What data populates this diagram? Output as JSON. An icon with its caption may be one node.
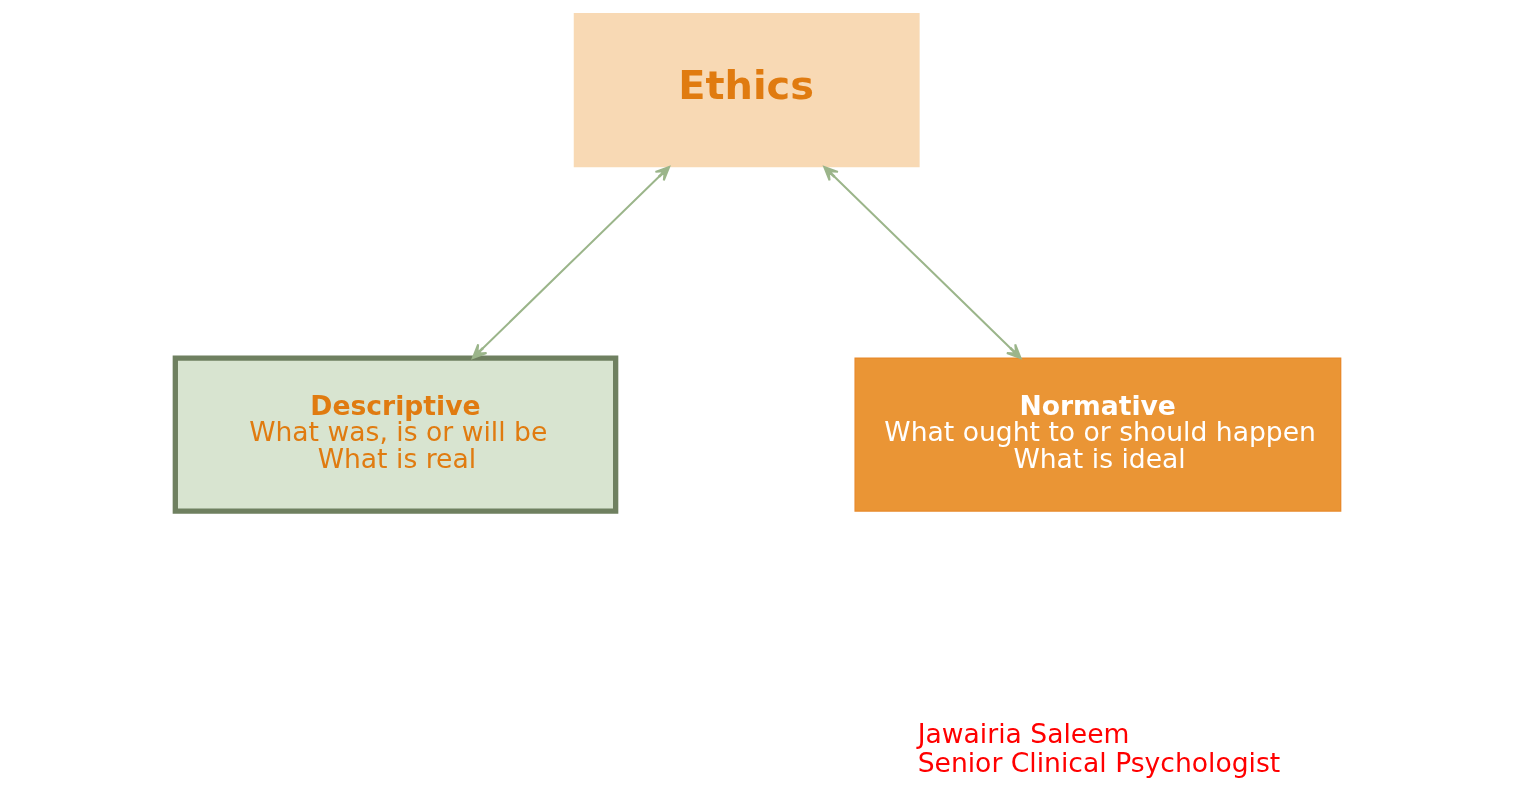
{
  "diagram": {
    "nodes": [
      {
        "text": [
          "Ethics"
        ]
      },
      {
        "text": [
          "Descriptive",
          "What was, is or will be",
          "What is real"
        ]
      },
      {
        "text": [
          "Normative",
          "What ought to or should happen",
          "What is ideal"
        ]
      }
    ],
    "edges": [
      {
        "from": 0,
        "to": 1,
        "arrow": "both"
      },
      {
        "from": 0,
        "to": 2,
        "arrow": "both"
      }
    ],
    "labels": [
      "Jawairia Saleem",
      "Senior Clinical Psychologist"
    ]
  }
}
